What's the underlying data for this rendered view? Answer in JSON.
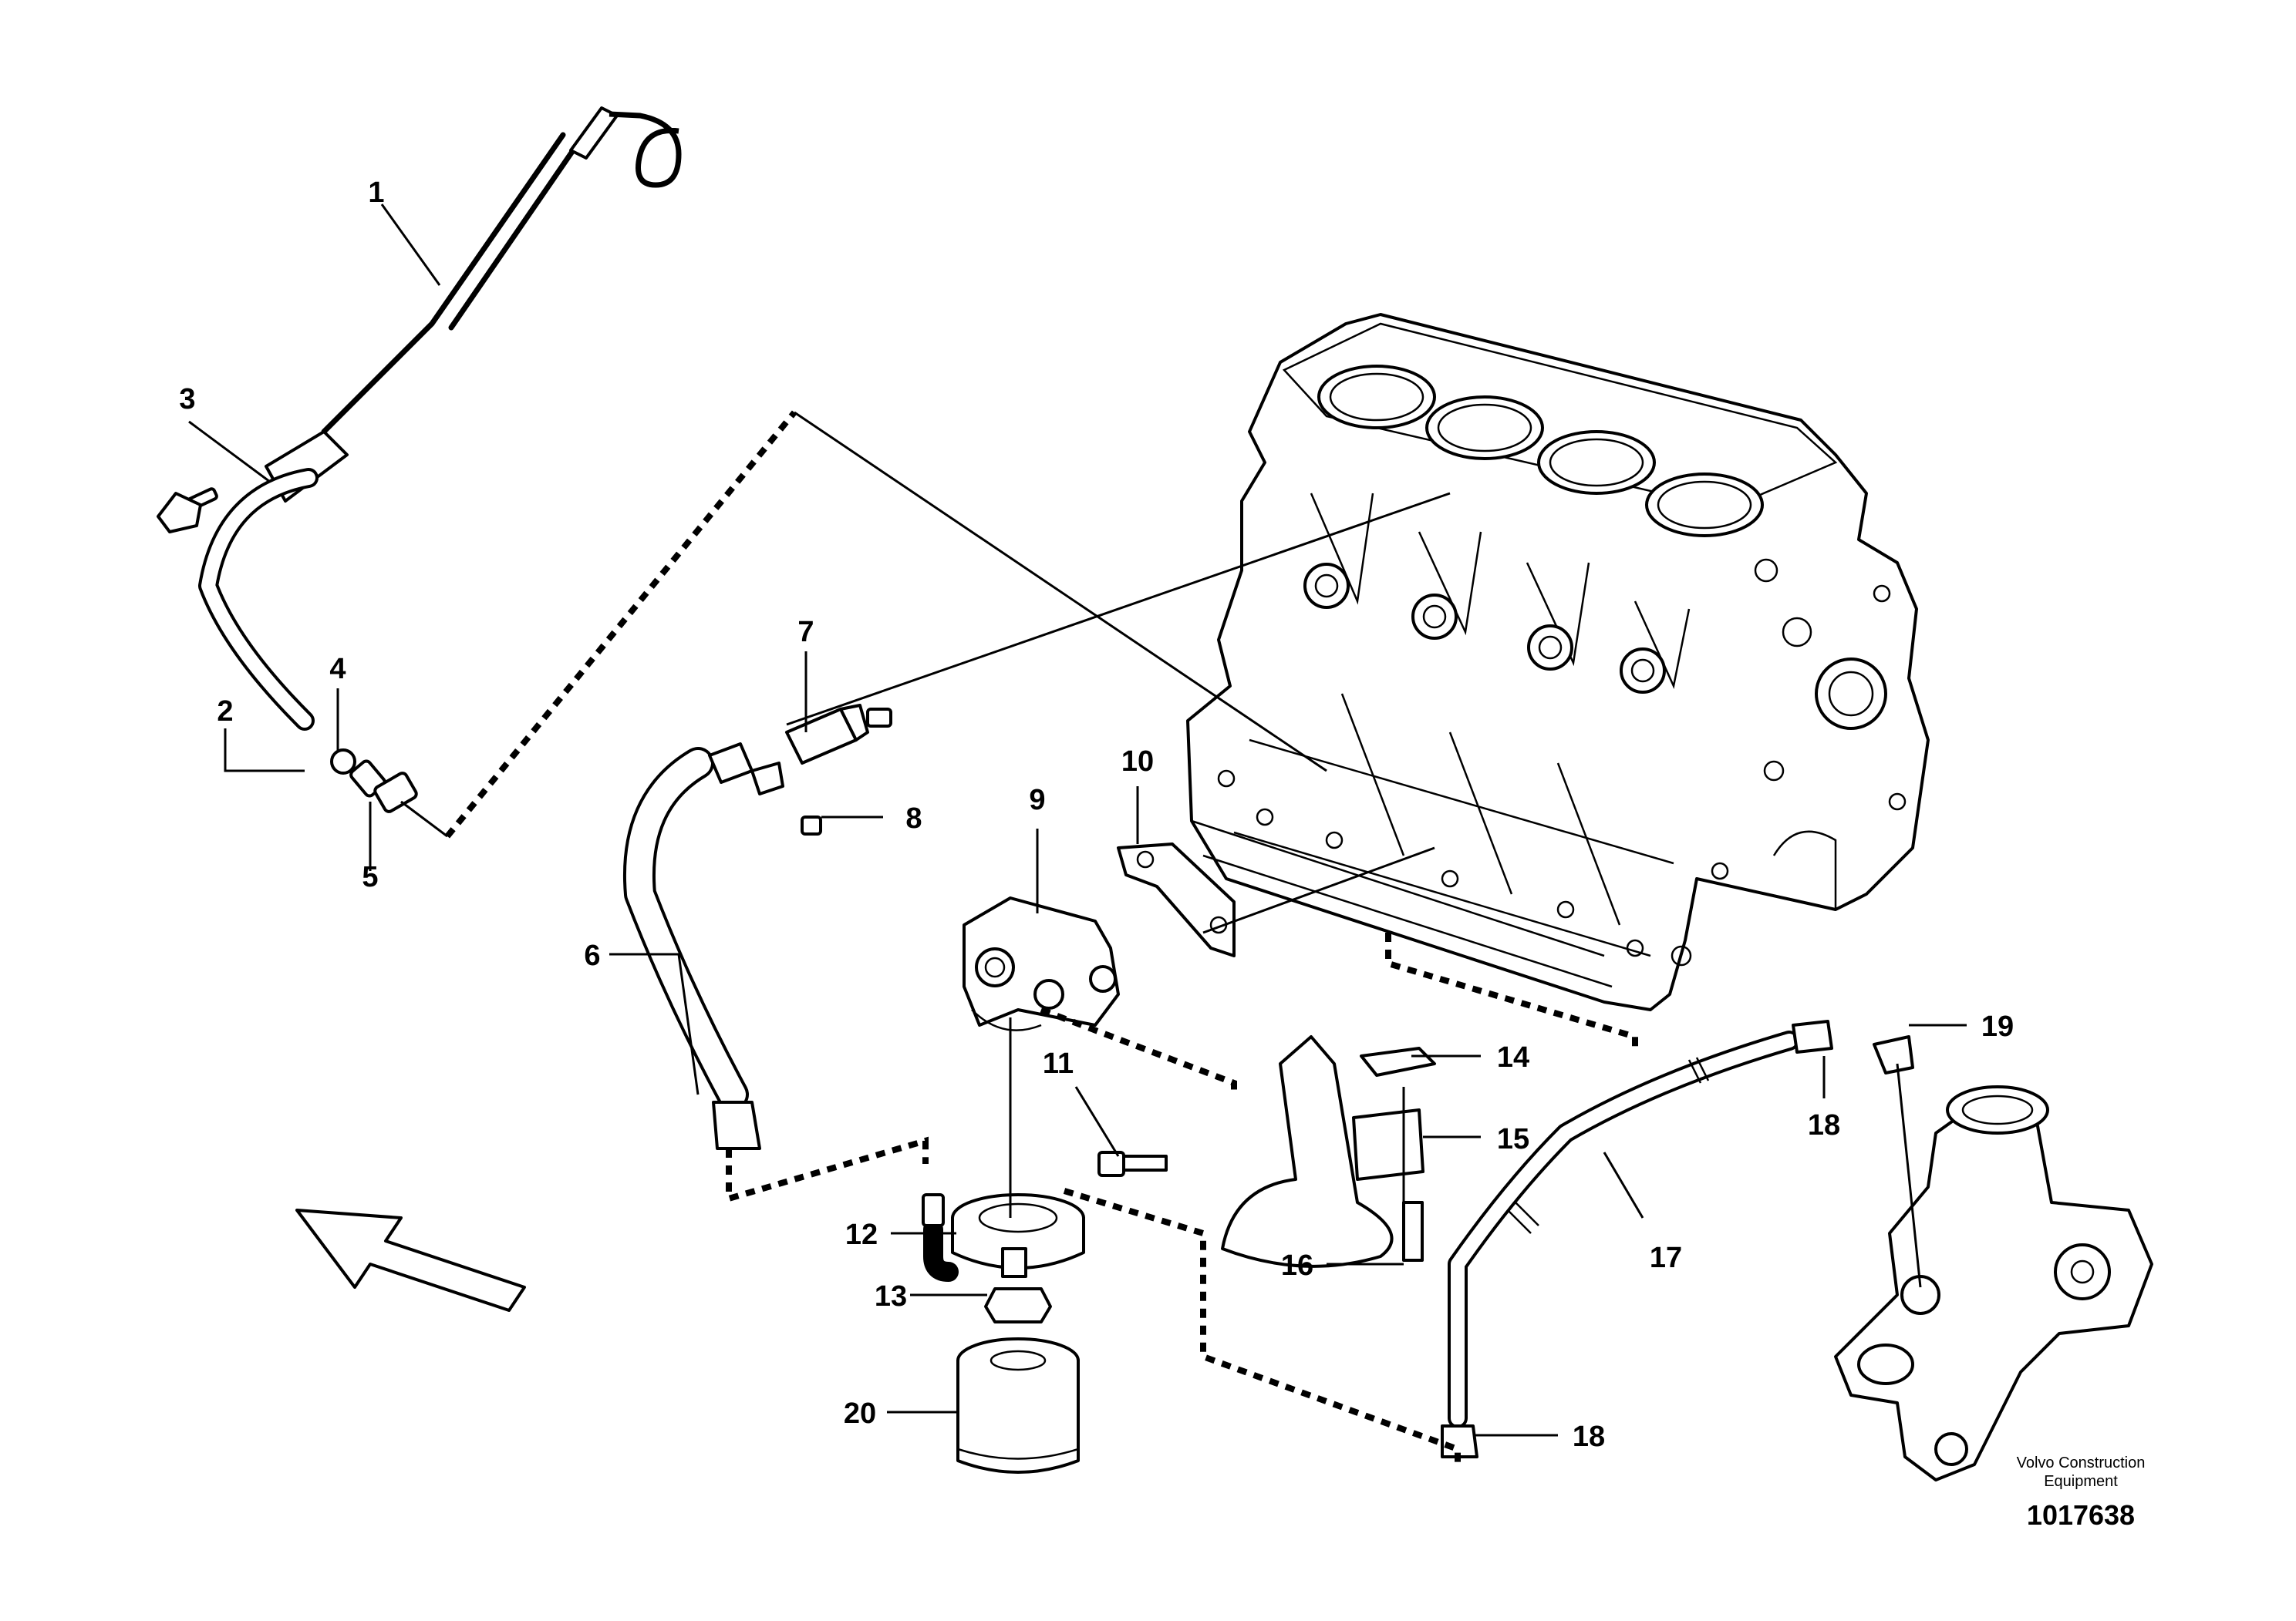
{
  "callouts": [
    {
      "id": "c1",
      "label": "1"
    },
    {
      "id": "c2",
      "label": "2"
    },
    {
      "id": "c3",
      "label": "3"
    },
    {
      "id": "c4",
      "label": "4"
    },
    {
      "id": "c5",
      "label": "5"
    },
    {
      "id": "c6",
      "label": "6"
    },
    {
      "id": "c7",
      "label": "7"
    },
    {
      "id": "c8",
      "label": "8"
    },
    {
      "id": "c9",
      "label": "9"
    },
    {
      "id": "c10",
      "label": "10"
    },
    {
      "id": "c11",
      "label": "11"
    },
    {
      "id": "c12",
      "label": "12"
    },
    {
      "id": "c13",
      "label": "13"
    },
    {
      "id": "c14",
      "label": "14"
    },
    {
      "id": "c15",
      "label": "15"
    },
    {
      "id": "c16",
      "label": "16"
    },
    {
      "id": "c17",
      "label": "17"
    },
    {
      "id": "c18a",
      "label": "18"
    },
    {
      "id": "c18b",
      "label": "18"
    },
    {
      "id": "c19",
      "label": "19"
    },
    {
      "id": "c20",
      "label": "20"
    }
  ],
  "credit": {
    "line1": "Volvo Construction",
    "line2": "Equipment"
  },
  "document_number": "1017638"
}
